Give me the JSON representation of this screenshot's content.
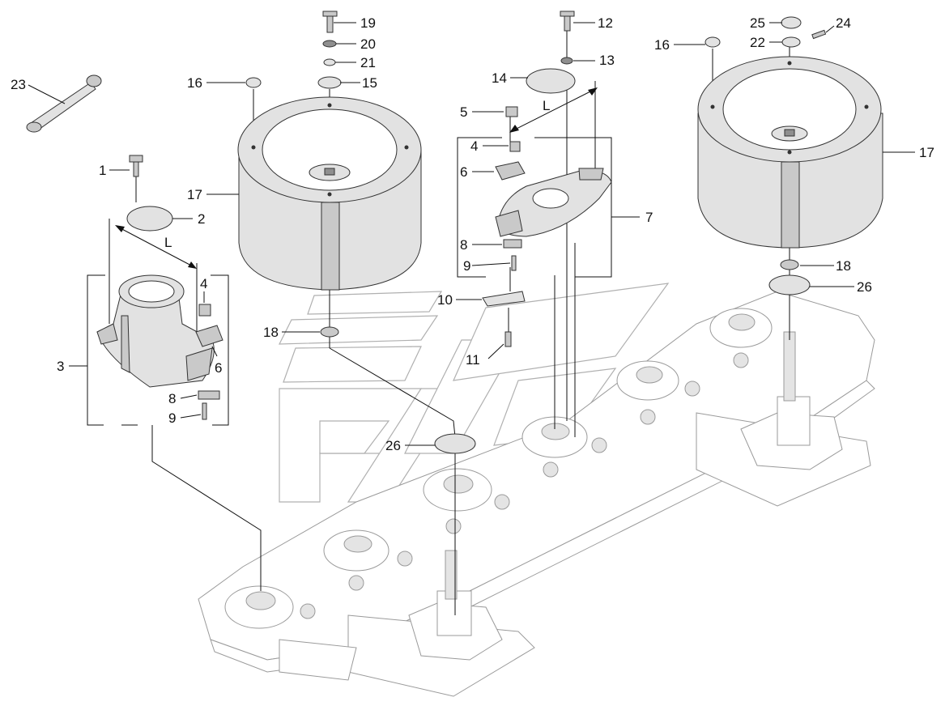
{
  "labels": [
    {
      "id": "c1",
      "text": "1"
    },
    {
      "id": "c2",
      "text": "2"
    },
    {
      "id": "c3",
      "text": "3"
    },
    {
      "id": "c4a",
      "text": "4"
    },
    {
      "id": "c4b",
      "text": "4"
    },
    {
      "id": "c5",
      "text": "5"
    },
    {
      "id": "c6a",
      "text": "6"
    },
    {
      "id": "c6b",
      "text": "6"
    },
    {
      "id": "c7",
      "text": "7"
    },
    {
      "id": "c8a",
      "text": "8"
    },
    {
      "id": "c8b",
      "text": "8"
    },
    {
      "id": "c9a",
      "text": "9"
    },
    {
      "id": "c9b",
      "text": "9"
    },
    {
      "id": "c10",
      "text": "10"
    },
    {
      "id": "c11",
      "text": "11"
    },
    {
      "id": "c12",
      "text": "12"
    },
    {
      "id": "c13",
      "text": "13"
    },
    {
      "id": "c14",
      "text": "14"
    },
    {
      "id": "c15",
      "text": "15"
    },
    {
      "id": "c16a",
      "text": "16"
    },
    {
      "id": "c16b",
      "text": "16"
    },
    {
      "id": "c17a",
      "text": "17"
    },
    {
      "id": "c17b",
      "text": "17"
    },
    {
      "id": "c18a",
      "text": "18"
    },
    {
      "id": "c18b",
      "text": "18"
    },
    {
      "id": "c19",
      "text": "19"
    },
    {
      "id": "c20",
      "text": "20"
    },
    {
      "id": "c21",
      "text": "21"
    },
    {
      "id": "c22",
      "text": "22"
    },
    {
      "id": "c23",
      "text": "23"
    },
    {
      "id": "c24",
      "text": "24"
    },
    {
      "id": "c25",
      "text": "25"
    },
    {
      "id": "c26a",
      "text": "26"
    },
    {
      "id": "c26b",
      "text": "26"
    }
  ],
  "dimensions": [
    {
      "id": "dimL1",
      "text": "L"
    },
    {
      "id": "dimL2",
      "text": "L"
    }
  ]
}
